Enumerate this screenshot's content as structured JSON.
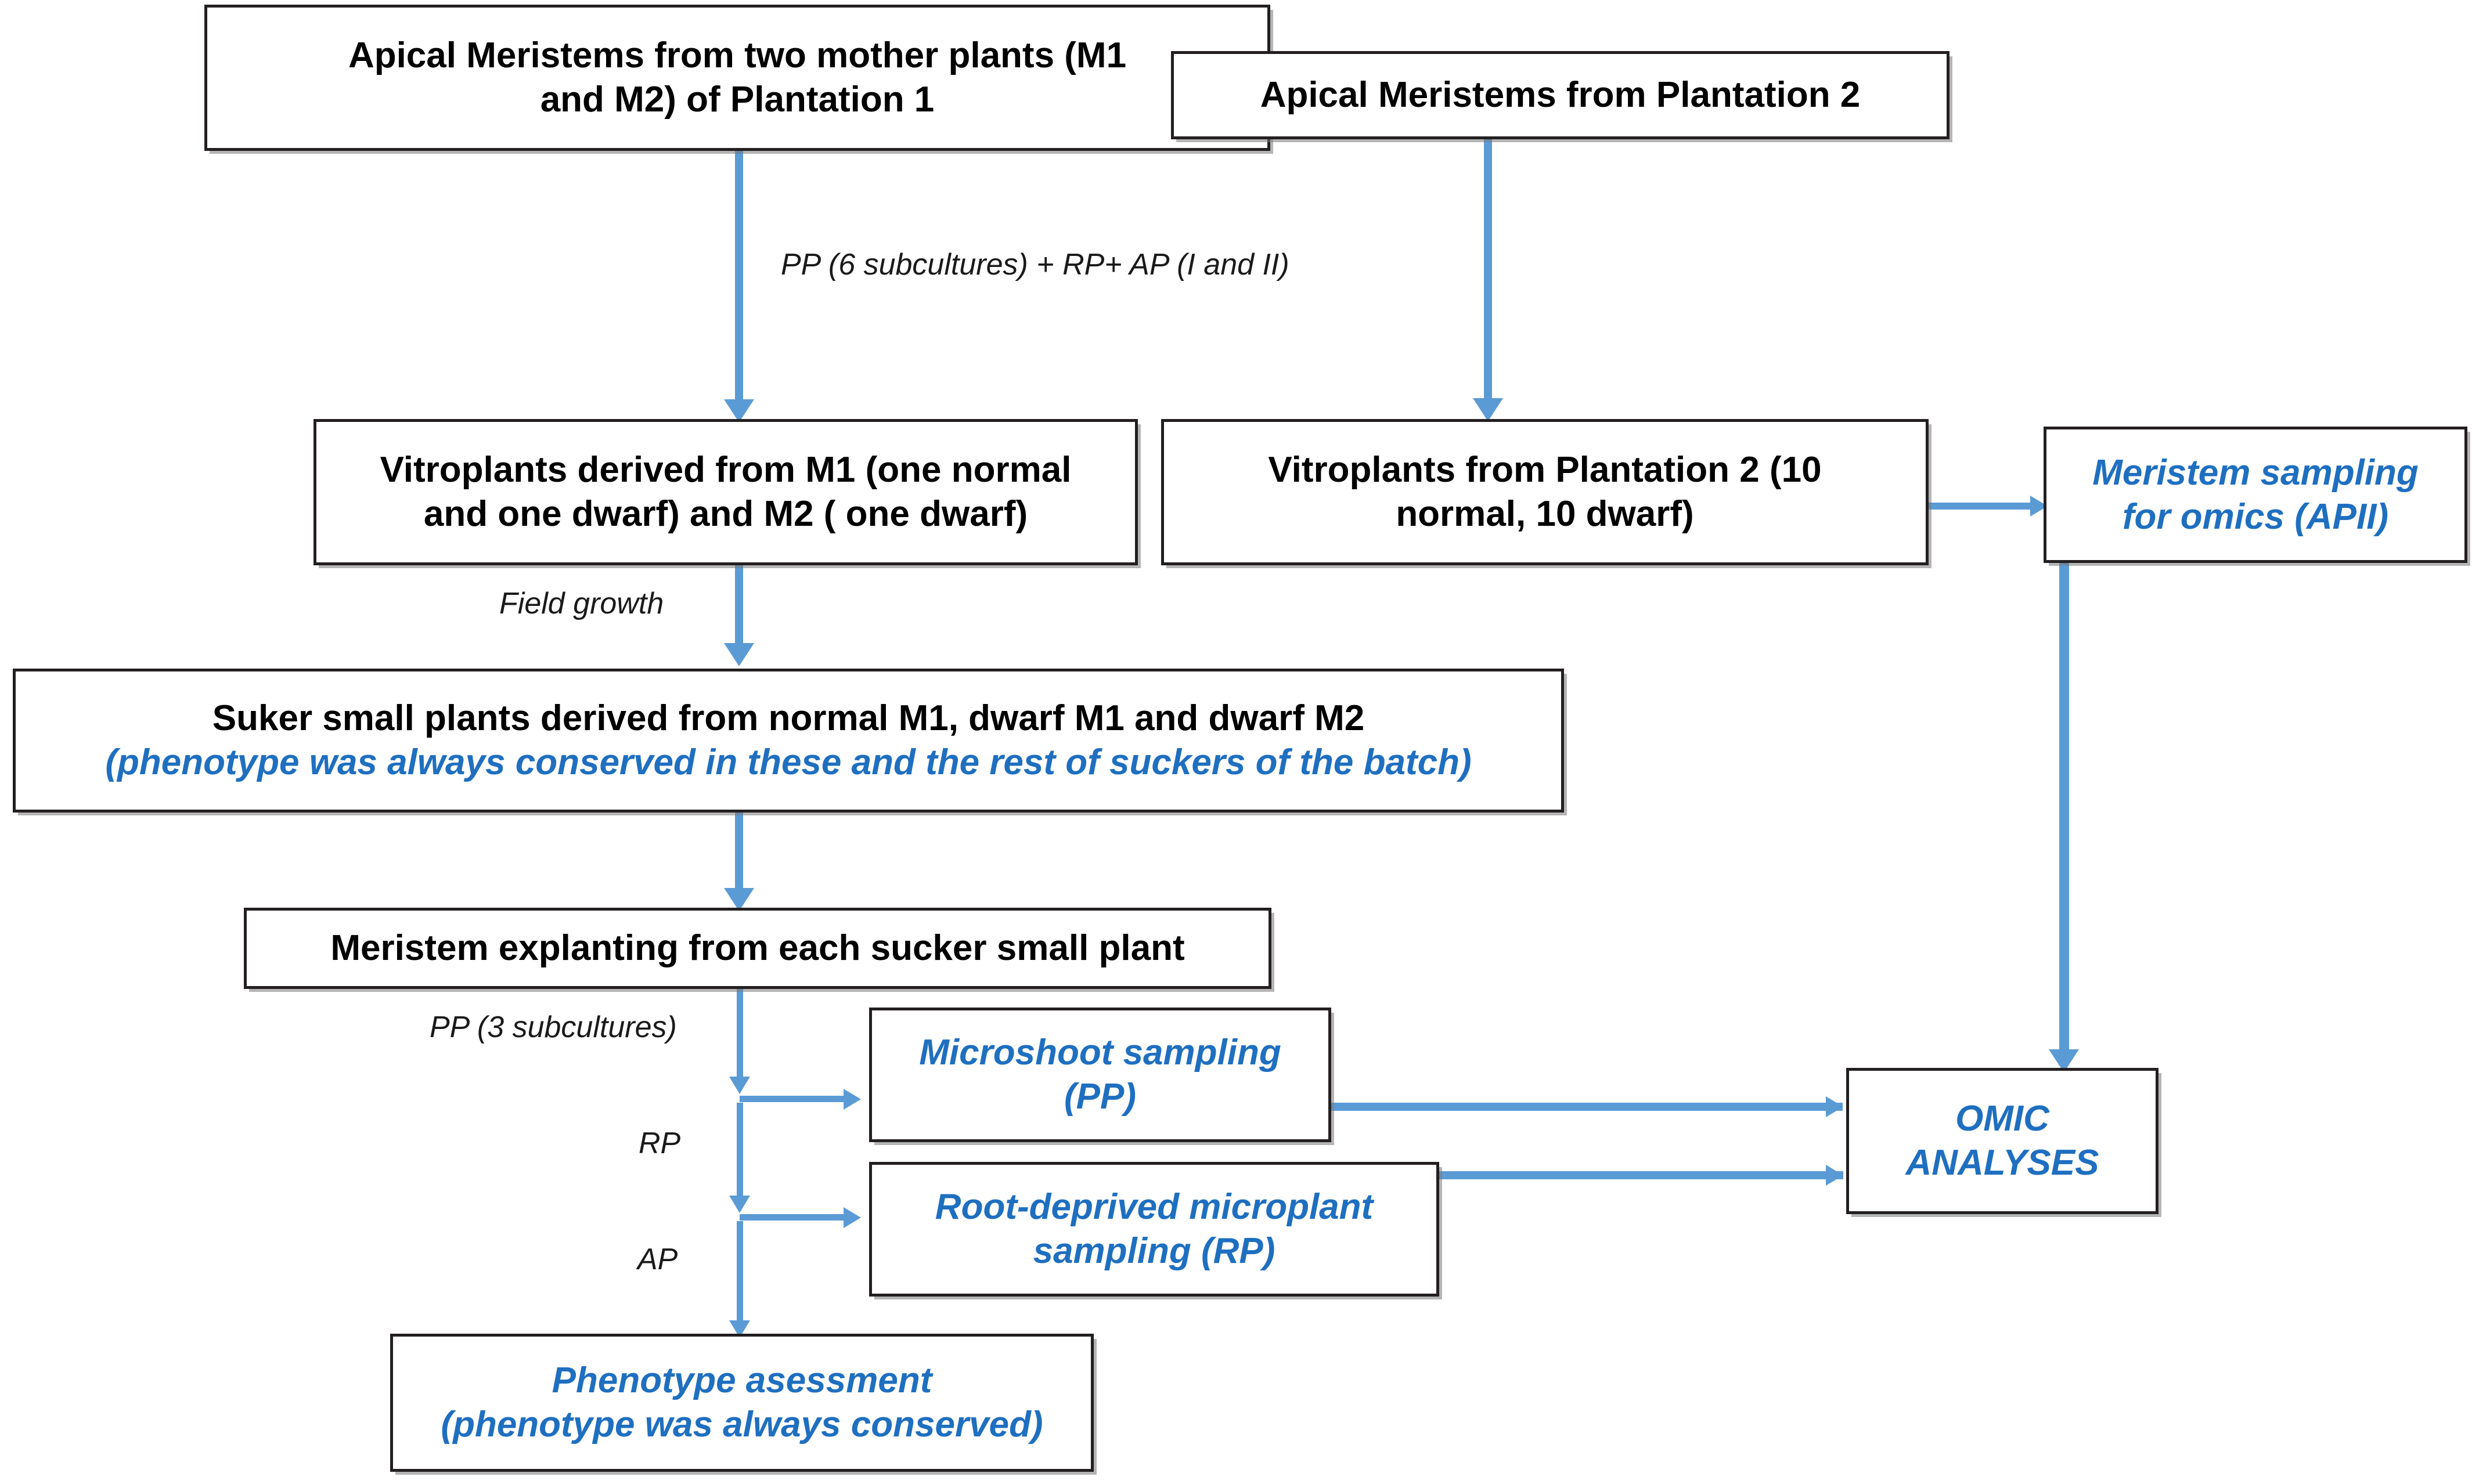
{
  "diagram": {
    "title": "Experimental workflow for banana vitroplant micropropagation and omics sampling",
    "colors": {
      "arrow_blue": "#5B9BD5",
      "text_blue": "#1F6FC0",
      "text_black": "#000000",
      "box_border": "#231F20",
      "background": "#FFFFFF"
    },
    "nodes": [
      {
        "id": "apical-meristems-plantation-1",
        "lines": [
          "Apical Meristems from two mother plants (M1",
          "and M2) of Plantation 1"
        ],
        "style": "black-bold"
      },
      {
        "id": "apical-meristems-plantation-2",
        "lines": [
          "Apical Meristems from Plantation 2"
        ],
        "style": "black-bold"
      },
      {
        "id": "vitroplants-m1-m2",
        "lines": [
          "Vitroplants derived from M1 (one normal",
          "and one dwarf) and M2 ( one dwarf)"
        ],
        "style": "black-bold"
      },
      {
        "id": "vitroplants-plantation-2",
        "lines": [
          "Vitroplants from Plantation 2 (10",
          "normal, 10 dwarf)"
        ],
        "style": "black-bold"
      },
      {
        "id": "meristem-sampling-omics",
        "lines": [
          "Meristem sampling",
          "for omics (APII)"
        ],
        "style": "blue-bold-italic"
      },
      {
        "id": "suker-small-plants",
        "line_black": "Suker small plants derived from normal M1, dwarf M1 and dwarf M2",
        "line_blue": "(phenotype was always conserved in these and the rest of suckers of the batch)",
        "style": "mixed"
      },
      {
        "id": "meristem-explanting",
        "lines": [
          "Meristem explanting from each sucker small plant"
        ],
        "style": "black-bold"
      },
      {
        "id": "microshoot-sampling",
        "lines": [
          "Microshoot sampling",
          "(PP)"
        ],
        "style": "blue-bold-italic"
      },
      {
        "id": "root-deprived-microplant-sampling",
        "lines": [
          "Root-deprived microplant",
          "sampling (RP)"
        ],
        "style": "blue-bold-italic"
      },
      {
        "id": "omic-analyses",
        "lines": [
          "OMIC",
          "ANALYSES"
        ],
        "style": "blue-bold-italic"
      },
      {
        "id": "phenotype-assessment",
        "lines": [
          "Phenotype asessment",
          "(phenotype was always conserved)"
        ],
        "style": "blue-bold-italic"
      }
    ],
    "edge_labels": [
      {
        "id": "pp6-rp-ap",
        "text": "PP (6 subcultures) + RP+ AP (I and II)"
      },
      {
        "id": "field-growth",
        "text": "Field growth"
      },
      {
        "id": "pp3",
        "text": "PP (3 subcultures)"
      },
      {
        "id": "rp",
        "text": "RP"
      },
      {
        "id": "ap",
        "text": "AP"
      }
    ],
    "edges": [
      {
        "from": "apical-meristems-plantation-1",
        "to": "vitroplants-m1-m2",
        "label": "PP (6 subcultures) + RP+ AP (I and II)"
      },
      {
        "from": "apical-meristems-plantation-2",
        "to": "vitroplants-plantation-2",
        "label": ""
      },
      {
        "from": "vitroplants-plantation-2",
        "to": "meristem-sampling-omics",
        "label": ""
      },
      {
        "from": "vitroplants-m1-m2",
        "to": "suker-small-plants",
        "label": "Field growth"
      },
      {
        "from": "suker-small-plants",
        "to": "meristem-explanting",
        "label": ""
      },
      {
        "from": "meristem-explanting",
        "to": "microshoot-sampling",
        "label": "PP (3 subcultures)"
      },
      {
        "from": "meristem-explanting",
        "to": "root-deprived-microplant-sampling",
        "label": "RP"
      },
      {
        "from": "meristem-explanting",
        "to": "phenotype-assessment",
        "label": "AP"
      },
      {
        "from": "microshoot-sampling",
        "to": "omic-analyses",
        "label": ""
      },
      {
        "from": "root-deprived-microplant-sampling",
        "to": "omic-analyses",
        "label": ""
      },
      {
        "from": "meristem-sampling-omics",
        "to": "omic-analyses",
        "label": ""
      }
    ]
  }
}
